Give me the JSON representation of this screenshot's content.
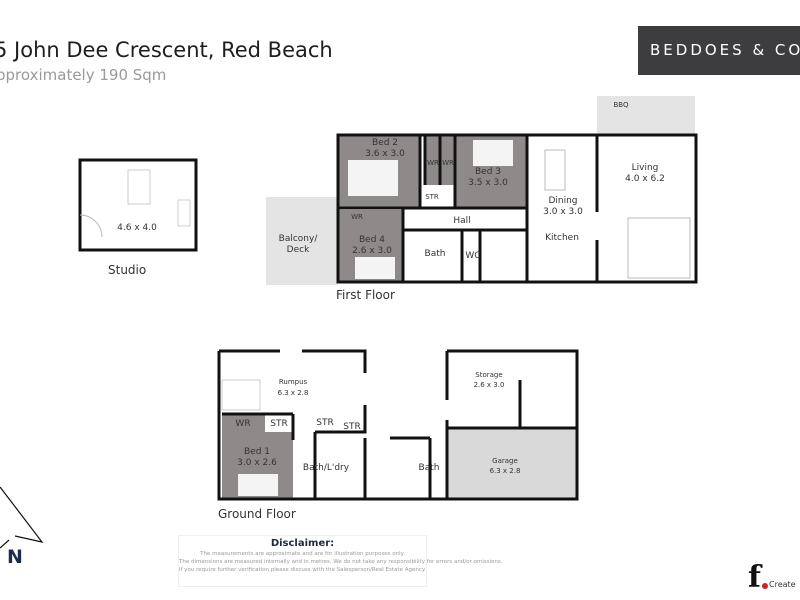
{
  "header": {
    "title": "5 John Dee Crescent, Red Beach",
    "subtitle": "pproximately 190 Sqm",
    "brand": "BEDDOES & CO"
  },
  "studio": {
    "dims": "4.6 x 4.0",
    "label": "Studio"
  },
  "first_floor": {
    "label": "First Floor",
    "rooms": {
      "bed2": {
        "name": "Bed 2",
        "dims": "3.6 x 3.0"
      },
      "wr1": "WR",
      "wr2": "WR",
      "str": "STR",
      "bed3": {
        "name": "Bed 3",
        "dims": "3.5 x 3.0"
      },
      "wr4": "WR",
      "bed4": {
        "name": "Bed 4",
        "dims": "2.6 x 3.0"
      },
      "balcony": {
        "line1": "Balcony/",
        "line2": "Deck"
      },
      "hall": "Hall",
      "bath": "Bath",
      "wc": "WC",
      "dining": {
        "name": "Dining",
        "dims": "3.0 x 3.0"
      },
      "kitchen": "Kitchen",
      "living": {
        "name": "Living",
        "dims": "4.0 x 6.2"
      },
      "bbq": "BBQ"
    }
  },
  "ground_floor": {
    "label": "Ground Floor",
    "rooms": {
      "rumpus": {
        "name": "Rumpus",
        "dims": "6.3 x 2.8"
      },
      "wr": "WR",
      "str1": "STR",
      "str2": "STR",
      "str3": "STR",
      "bed1": {
        "name": "Bed 1",
        "dims": "3.0 x 2.6"
      },
      "bath_laundry": "Bath/L'dry",
      "bath": "Bath",
      "storage": {
        "name": "Storage",
        "dims": "2.6 x 3.0"
      },
      "garage": {
        "name": "Garage",
        "dims": "6.3 x 2.8"
      }
    }
  },
  "compass": {
    "north": "N"
  },
  "disclaimer": {
    "title": "Disclaimer:",
    "lines": [
      "The measurements are approximate and are for illustration purposes only.",
      "The dimensions are measured internally and in metres. We do not take any responsibility for errors and/or omissions.",
      "If you require further verification please discuss with the Salesperson/Real Estate Agency."
    ]
  },
  "footer_logo": {
    "letter": "f",
    "text": "Create"
  },
  "colors": {
    "bedroom": "#8f8a8a",
    "garage": "#d9d9d9",
    "balcony": "#e4e4e4",
    "wall": "#111111",
    "brand_bg": "#3d3d3f",
    "accent_dot": "#d0202a"
  }
}
